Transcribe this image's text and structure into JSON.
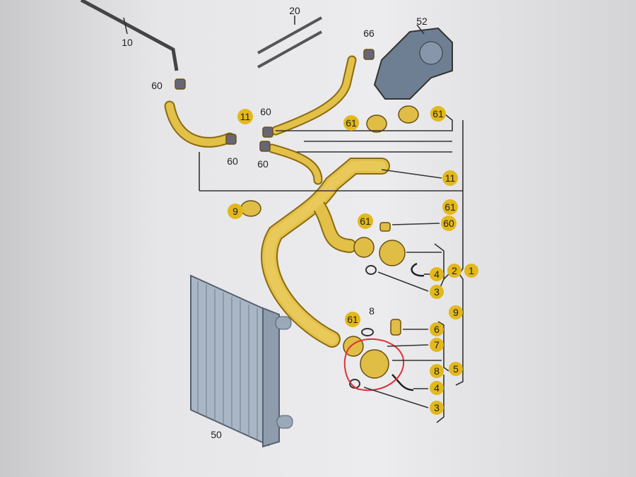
{
  "diagram": {
    "title": "Coolant hoses and thermostat parts diagram",
    "callouts": {
      "p10": "10",
      "p20": "20",
      "p66": "66",
      "p52": "52",
      "p60a": "60",
      "p60b": "60",
      "p60c": "60",
      "p60d": "60",
      "p11a": "11",
      "p61a": "61",
      "p61b": "61",
      "p11b": "11",
      "p9a": "9",
      "p61c": "61",
      "p60e": "60",
      "p61d": "61",
      "p2": "2",
      "p1": "1",
      "p4a": "4",
      "p3a": "3",
      "p9b": "9",
      "p8a": "8",
      "p61e": "61",
      "p6": "6",
      "p7": "7",
      "p8b": "8",
      "p5": "5",
      "p4b": "4",
      "p3b": "3",
      "p50": "50"
    },
    "highlight_color": "#e2b81c",
    "markup_circle_color": "#e0303a"
  }
}
